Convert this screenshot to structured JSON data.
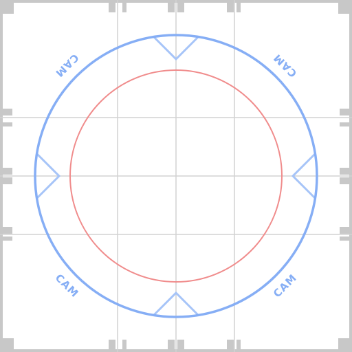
{
  "labels": {
    "top_left": "CAM",
    "top_right": "CAM",
    "bottom_left": "CAM",
    "bottom_right": "CAM"
  },
  "colors": {
    "background": "#ffffff",
    "frame_gray": "#c8c8c8",
    "grid_line": "#d2d2d2",
    "outer_ring": "#86aef5",
    "inner_ring": "#f08c8c",
    "marker": "#a6c4f8",
    "label": "#86aef5"
  }
}
